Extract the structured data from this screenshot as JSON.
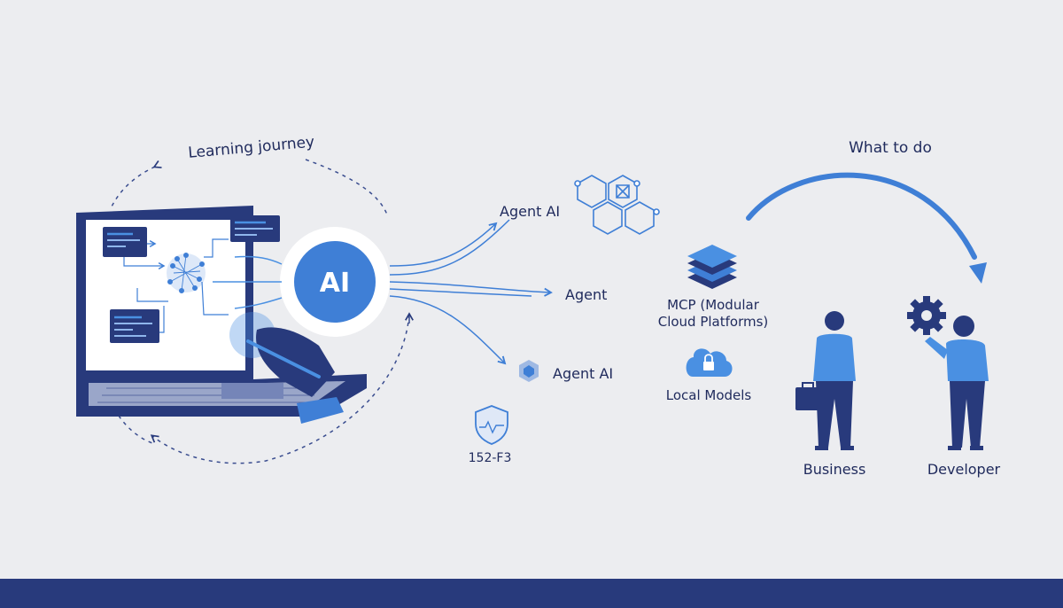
{
  "title": "Learning journey",
  "center": {
    "label": "AI"
  },
  "branches": [
    {
      "label": "Agent AI"
    },
    {
      "label": "Agent"
    },
    {
      "label": "Agent AI"
    }
  ],
  "shield": {
    "label": "152-F3"
  },
  "stack": {
    "line1": "MCP (Modular",
    "line2": "Cloud Platforms)"
  },
  "cloud": {
    "label": "Local Models"
  },
  "action": {
    "label": "What to do"
  },
  "people": [
    {
      "label": "Business"
    },
    {
      "label": "Developer"
    }
  ],
  "colors": {
    "background": "#ecedf0",
    "navy": "#283a7c",
    "blue": "#3f7fd6",
    "light_blue": "#4a90e2",
    "text": "#1f2a5c"
  }
}
